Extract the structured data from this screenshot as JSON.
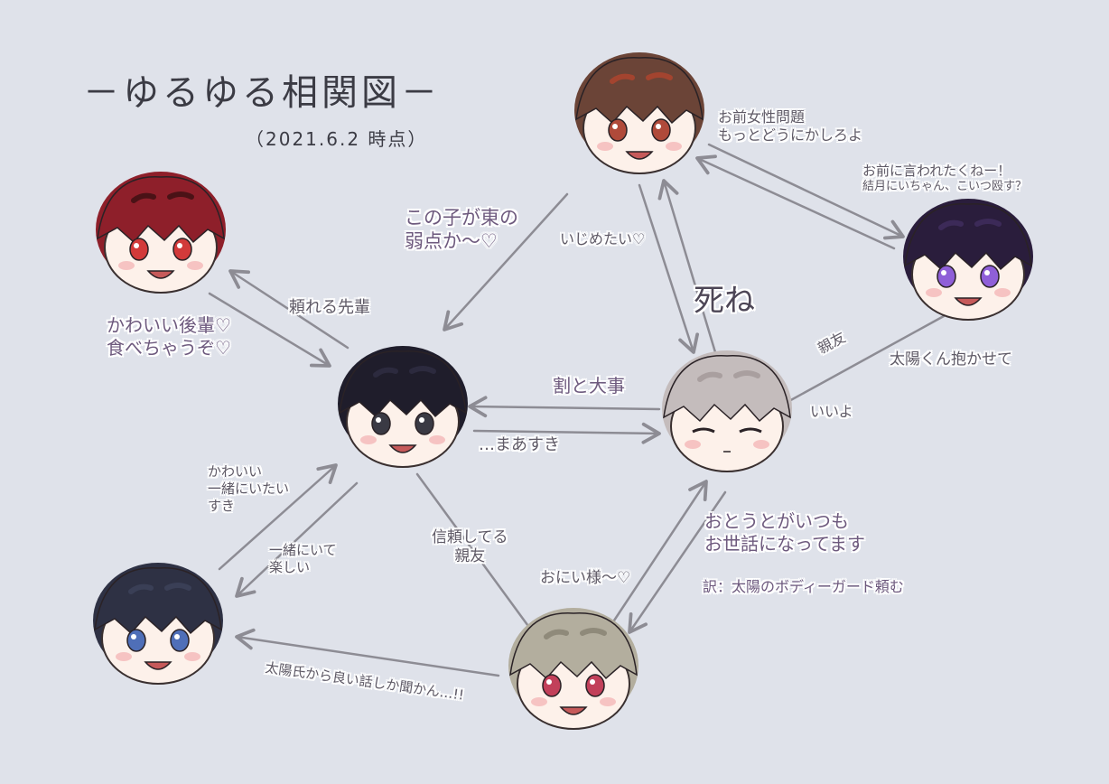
{
  "title": "－ゆるゆる相関図－",
  "subtitle": "（2021.6.2 時点）",
  "characters": [
    {
      "id": "brown",
      "hair": "#6b4437",
      "hair2": "#a3442f",
      "eye": "#b04a3a",
      "open": true
    },
    {
      "id": "red",
      "hair": "#8e1f2a",
      "hair2": "#4a1216",
      "eye": "#d23a3a",
      "open": true
    },
    {
      "id": "purple",
      "hair": "#2a1d3c",
      "hair2": "#3c2a58",
      "eye": "#8f5fd8",
      "open": true
    },
    {
      "id": "black",
      "hair": "#1f1d2b",
      "hair2": "#2c2a3e",
      "eye": "#3a3a44",
      "open": true
    },
    {
      "id": "silver",
      "hair": "#c4bcbc",
      "hair2": "#a99f9f",
      "eye": "#222222",
      "open": false
    },
    {
      "id": "navy",
      "hair": "#2e3144",
      "hair2": "#3a3f56",
      "eye": "#4f6fb8",
      "open": true
    },
    {
      "id": "ash",
      "hair": "#b3ae9e",
      "hair2": "#8f8a7a",
      "eye": "#c2405a",
      "open": true
    }
  ],
  "labels": {
    "brown_to_purple": [
      "お前女性問題",
      "もっとどうにかしろよ"
    ],
    "purple_to_brown": [
      "お前に言われたくねー！",
      "結月にいちゃん、こいつ殴す？"
    ],
    "brown_to_black": [
      "この子が東の",
      "弱点か～♡"
    ],
    "brown_to_silver": "いじめたい♡",
    "silver_to_brown": "死ね",
    "black_to_red": "頼れる先輩",
    "red_to_black": [
      "かわいい後輩♡",
      "食べちゃうぞ♡"
    ],
    "silver_to_black": "割と大事",
    "black_to_silver": "…まあすき",
    "silver_purple_left": "親友",
    "purple_to_silver": "太陽くん抱かせて",
    "silver_to_purple": "いいよ",
    "navy_to_black": [
      "かわいい",
      "一緒にいたい",
      "すき"
    ],
    "black_to_navy": [
      "一緒にいて",
      "楽しい"
    ],
    "black_ash": [
      "信頼してる",
      "親友"
    ],
    "ash_to_silver": "おにい様～♡",
    "silver_to_ash": [
      "おとうとがいつも",
      "お世話になってます"
    ],
    "silver_to_ash_note": "訳：太陽のボディーガード頼む",
    "ash_to_navy": "太陽氏から良い話しか聞かん…!!"
  },
  "colors": {
    "background": "#dfe2ea",
    "arrow": "#8d8c94",
    "text": "#5f5a66"
  }
}
